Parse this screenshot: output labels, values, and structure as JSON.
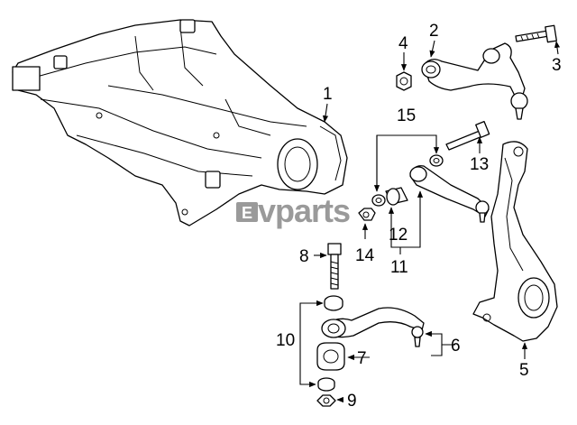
{
  "watermark": {
    "text": "vparts",
    "badge_letter": "E"
  },
  "callouts": [
    {
      "id": "1",
      "label": "1"
    },
    {
      "id": "2",
      "label": "2"
    },
    {
      "id": "3",
      "label": "3"
    },
    {
      "id": "4",
      "label": "4"
    },
    {
      "id": "5",
      "label": "5"
    },
    {
      "id": "6",
      "label": "6"
    },
    {
      "id": "7",
      "label": "7"
    },
    {
      "id": "8",
      "label": "8"
    },
    {
      "id": "9",
      "label": "9"
    },
    {
      "id": "10",
      "label": "10"
    },
    {
      "id": "11",
      "label": "11"
    },
    {
      "id": "12",
      "label": "12"
    },
    {
      "id": "13",
      "label": "13"
    },
    {
      "id": "14",
      "label": "14"
    },
    {
      "id": "15",
      "label": "15"
    }
  ]
}
